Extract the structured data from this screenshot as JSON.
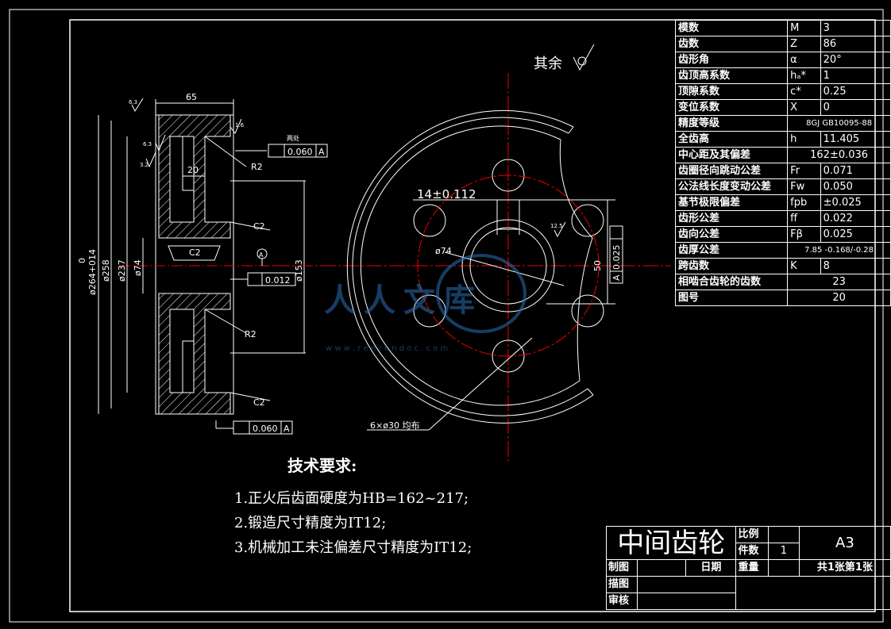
{
  "surface_finish_note": {
    "label": "其余"
  },
  "parameters": [
    {
      "name": "模数",
      "symbol": "M",
      "value": "3"
    },
    {
      "name": "齿数",
      "symbol": "Z",
      "value": "86"
    },
    {
      "name": "齿形角",
      "symbol": "α",
      "value": "20°"
    },
    {
      "name": "齿顶高系数",
      "symbol": "hₐ*",
      "value": "1"
    },
    {
      "name": "顶隙系数",
      "symbol": "c*",
      "value": "0.25"
    },
    {
      "name": "变位系数",
      "symbol": "X",
      "value": "0"
    },
    {
      "name": "精度等级",
      "symbol": "",
      "value": "8GJ GB10095-88"
    },
    {
      "name": "全齿高",
      "symbol": "h",
      "value": "11.405"
    },
    {
      "name": "中心距及其偏差",
      "symbol": "",
      "value": "162±0.036"
    },
    {
      "name": "齿圈径向跳动公差",
      "symbol": "Fr",
      "value": "0.071"
    },
    {
      "name": "公法线长度变动公差",
      "symbol": "Fw",
      "value": "0.050"
    },
    {
      "name": "基节极限偏差",
      "symbol": "fpb",
      "value": "±0.025"
    },
    {
      "name": "齿形公差",
      "symbol": "ff",
      "value": "0.022"
    },
    {
      "name": "齿向公差",
      "symbol": "Fβ",
      "value": "0.025"
    },
    {
      "name": "齿厚公差",
      "symbol": "",
      "value": "7.85 -0.168/-0.28"
    },
    {
      "name": "跨齿数",
      "symbol": "K",
      "value": "8"
    },
    {
      "name": "相啮合齿轮的齿数",
      "symbol": "",
      "value": "23"
    },
    {
      "name": "图号",
      "symbol": "",
      "value": "20"
    }
  ],
  "section_view": {
    "dims": {
      "width": "65",
      "hub_step": "20",
      "d_outer": "ø264+014",
      "d_zero": "0",
      "d258": "ø258",
      "d237": "ø237",
      "d74": "ø74",
      "d153": "ø153",
      "c2_top": "C2",
      "c2_mid": "C2",
      "c2_bot": "C2",
      "r2_top": "R2",
      "r2_bot": "R2",
      "ra_top": "6.3",
      "ra_left": "6.3",
      "ra_side": "3.2",
      "ra_right": "1.6",
      "runout_top": "0.060",
      "runout_top_datum": "A",
      "runout_top_note": "两处",
      "runout_mid": "0.012",
      "runout_bot": "0.060",
      "runout_bot_datum": "A",
      "datum": "A"
    }
  },
  "front_view": {
    "dims": {
      "keyway": "14±0.112",
      "bore": "ø74",
      "ra": "12.5",
      "depth": "50",
      "sym_tol": "0.025",
      "sym_datum": "A",
      "holes": "6×ø30 均布"
    }
  },
  "watermark": {
    "text": "人人文库",
    "url": "w w w . r e n r e n d o c . c o m"
  },
  "requirements": {
    "title": "技术要求:",
    "items": [
      "1.正火后齿面硬度为HB=162~217;",
      "2.锻造尺寸精度为IT12;",
      "3.机械加工未注偏差尺寸精度为IT12;"
    ]
  },
  "title_block": {
    "part_name": "中间齿轮",
    "scale_label": "比例",
    "count_label": "件数",
    "count": "1",
    "sheet_size": "A3",
    "drawn_label": "制图",
    "date_label": "日期",
    "weight_label": "重量",
    "sheet_info": "共1张第1张",
    "traced_label": "描图",
    "checked_label": "审核"
  }
}
